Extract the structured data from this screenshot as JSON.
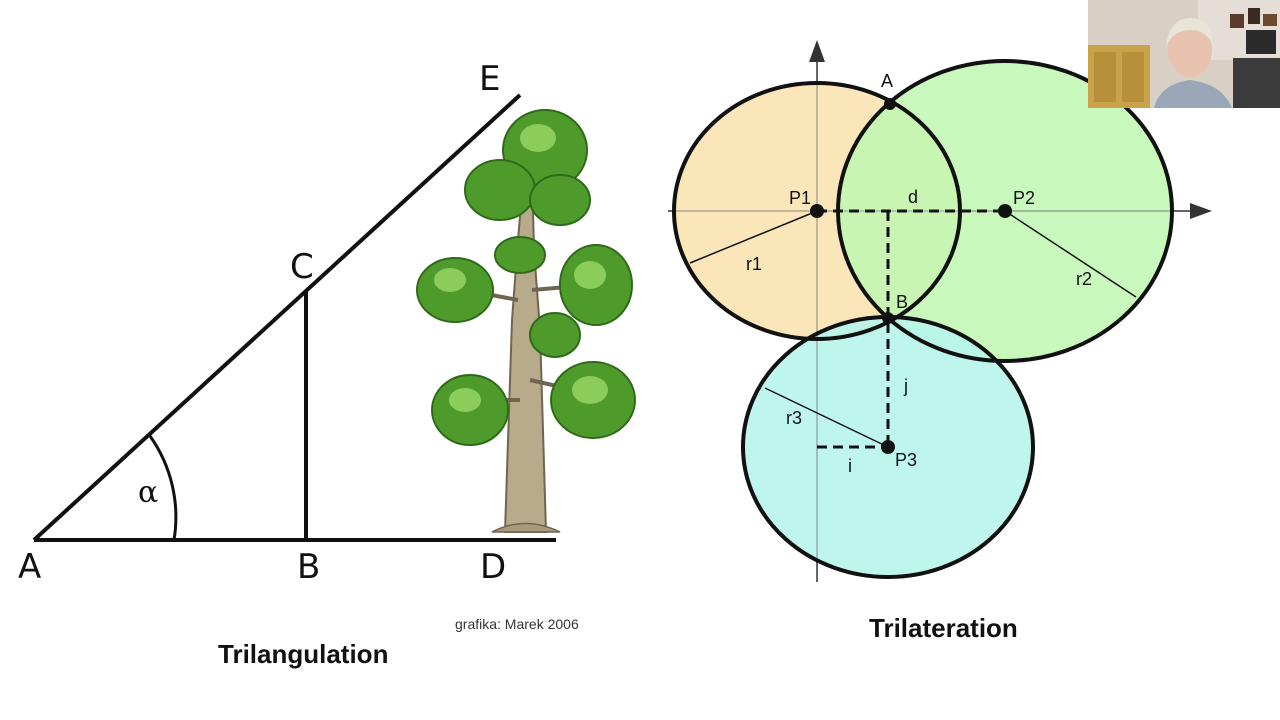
{
  "triangulation": {
    "points": {
      "A": "A",
      "B": "B",
      "C": "C",
      "D": "D",
      "E": "E"
    },
    "angle": "α",
    "credit": "grafika: Marek 2006",
    "caption": "Trilangulation"
  },
  "trilateration": {
    "points": {
      "A": "A",
      "B": "B",
      "P1": "P1",
      "P2": "P2",
      "P3": "P3"
    },
    "segments": {
      "d": "d",
      "j": "j",
      "i": "i",
      "r1": "r1",
      "r2": "r2",
      "r3": "r3"
    },
    "caption": "Trilateration"
  },
  "colors": {
    "circle1": "#fbe3b3",
    "circle2": "#bff7b0",
    "circle3": "#b7f5ec",
    "tree_leaves": "#4e9b2c",
    "tree_trunk": "#b8ab8c"
  }
}
